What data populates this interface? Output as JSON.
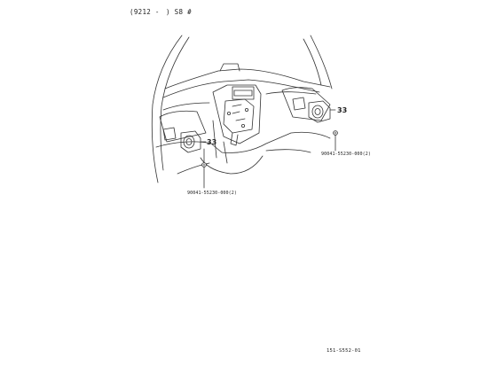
{
  "header": {
    "range": "(9212 -",
    "code": ") S8 #"
  },
  "callouts": [
    {
      "number": "33",
      "part": "90041-55230-000(2)"
    },
    {
      "number": "33",
      "part": "90041-55230-000(2)"
    }
  ],
  "footer": {
    "ref": "151-S552-01"
  }
}
